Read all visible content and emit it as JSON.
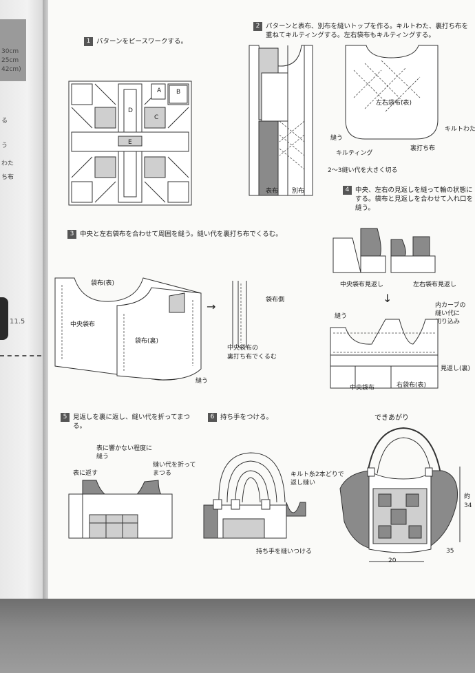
{
  "gutter": {
    "lines": [
      "30cm",
      "25cm",
      "42cm)"
    ],
    "marks": [
      "る",
      "う",
      "わた",
      "ち布"
    ],
    "tab_number": "11.5"
  },
  "steps": [
    {
      "num": "1",
      "text": "パターンをピースワークする。"
    },
    {
      "num": "2",
      "text": "パターンと表布、別布を縫いトップを作る。キルトわた、裏打ち布を重ねてキルティングする。左右袋布もキルティングする。"
    },
    {
      "num": "3",
      "text": "中央と左右袋布を合わせて周囲を縫う。縫い代を裏打ち布でくるむ。"
    },
    {
      "num": "4",
      "text": "中央、左右の見返しを縫って輪の状態にする。袋布と見返しを合わせて入れ口を縫う。"
    },
    {
      "num": "5",
      "text": "見返しを裏に返し、縫い代を折ってまつる。"
    },
    {
      "num": "6",
      "text": "持ち手をつける。"
    }
  ],
  "labels": {
    "block_a": "A",
    "block_b": "B",
    "block_c": "C",
    "block_d": "D",
    "block_e": "E",
    "s2_nui": "縫う",
    "s2_quilting": "キルティング",
    "s2_seam": "2〜3縫い代を大きく切る",
    "s2_omote": "表布",
    "s2_betsu": "別布",
    "s2_sayu": "左右袋布(表)",
    "s2_quilt_wata": "キルトわた",
    "s2_urauchi": "裏打ち布",
    "s3_fukuro_omote": "袋布(表)",
    "s3_chuo": "中央袋布",
    "s3_fukuro_ura": "袋布(裏)",
    "s3_nui": "縫う",
    "s3_fukuro_side": "袋布側",
    "s3_kurumu": "中央袋布の\n裏打ち布でくるむ",
    "s4_chuo_mikaeshi": "中央袋布見返し",
    "s4_sayu_mikaeshi": "左右袋布見返し",
    "s4_nui": "縫う",
    "s4_curve": "内カーブの\n縫い代に\n切り込み",
    "s4_mikaeshi_ura": "見返し(裏)",
    "s4_chuo_bag": "中央袋布",
    "s4_migi": "右袋布(表)",
    "s5_omote_hibiku": "表に響かない程度に\n縫う",
    "s5_kaesu": "表に返す",
    "s5_matsuru": "縫い代を折って\nまつる",
    "s6_quilt_thread": "キルト糸2本どりで\n返し縫い",
    "s6_handle": "持ち手を縫いつける",
    "finished_title": "できあがり",
    "dim_height": "約\n34",
    "dim_depth": "35",
    "dim_width": "20"
  }
}
